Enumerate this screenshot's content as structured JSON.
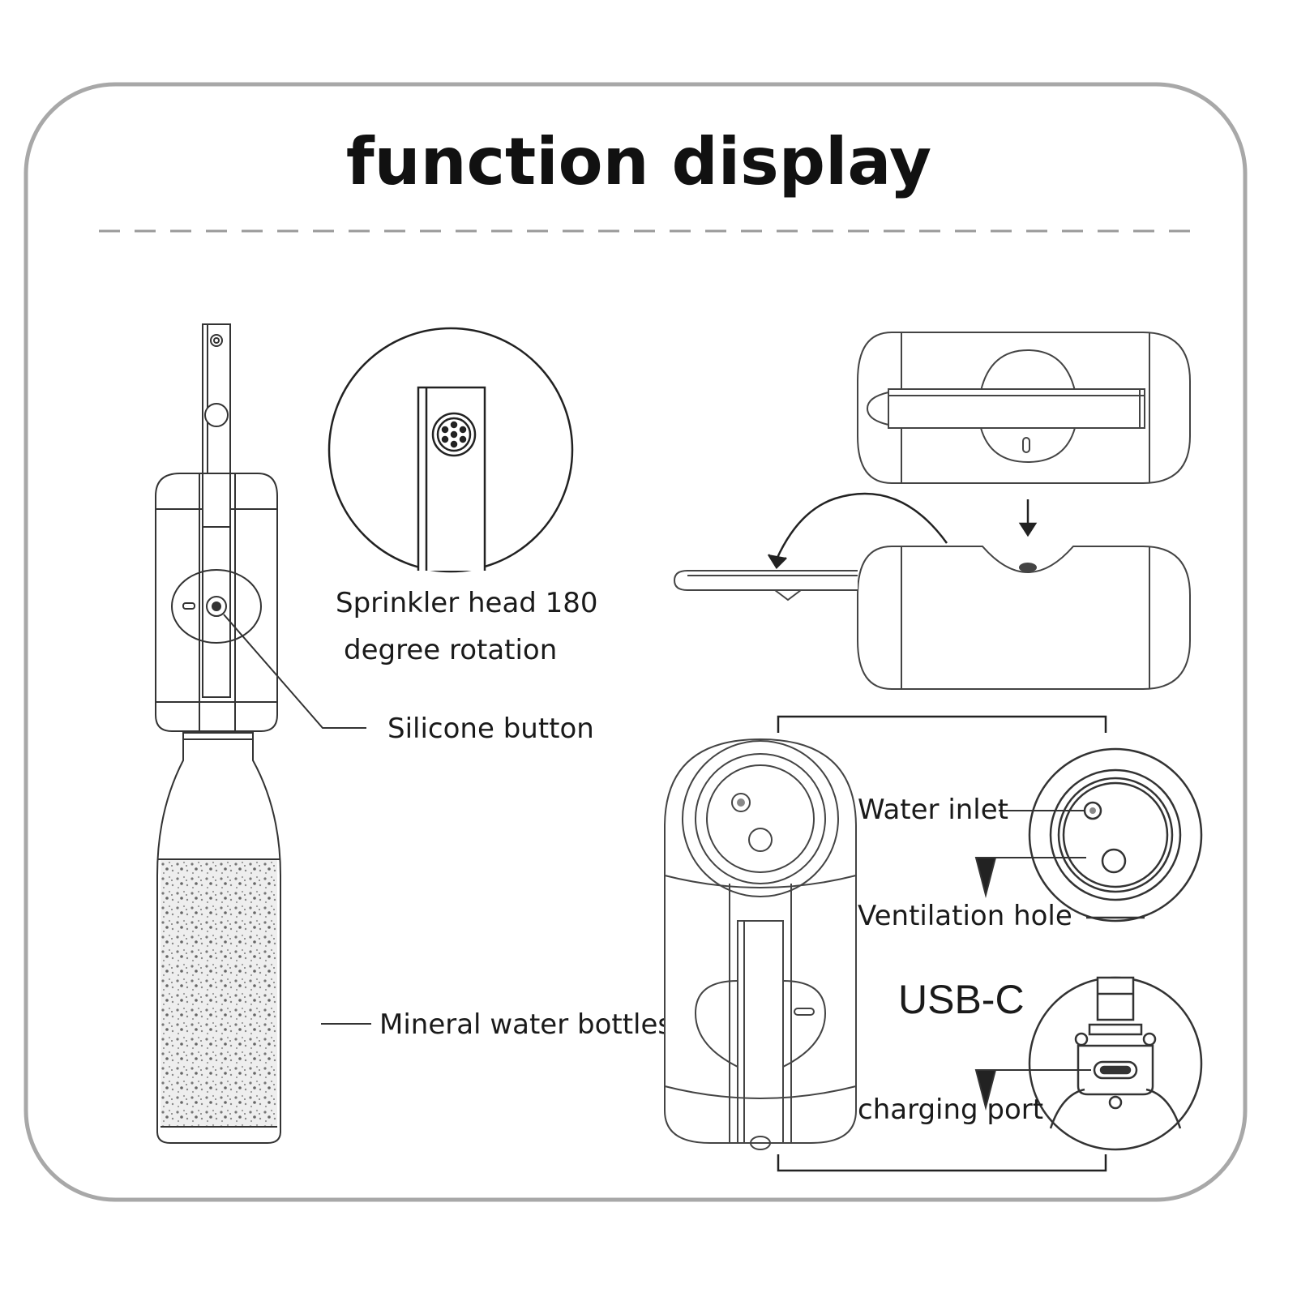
{
  "title": "function display",
  "labels": {
    "sprinkler_line1": "Sprinkler head 180",
    "sprinkler_line2": "degree rotation",
    "silicone_button": "Silicone button",
    "mineral_water_bottles": "Mineral water bottles",
    "water_inlet": "Water inlet",
    "ventilation_hole": "Ventilation hole",
    "usb_c": "USB-C",
    "charging_port": "charging port"
  },
  "colors": {
    "frame": "#a8a8a8",
    "line": "#333333",
    "text": "#1a1a1a"
  }
}
